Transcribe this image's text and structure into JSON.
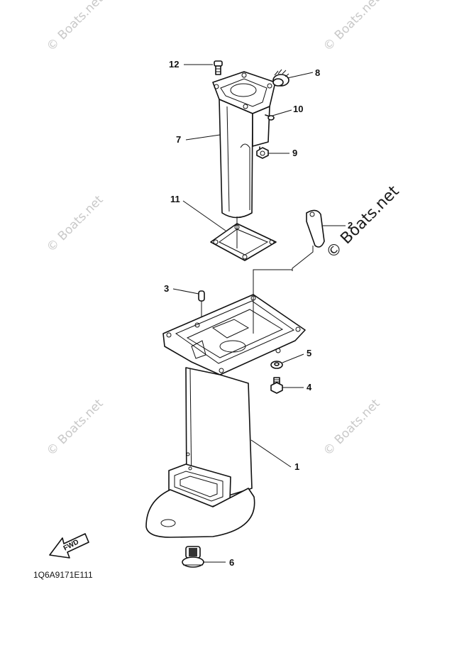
{
  "watermark": "© Boats.net",
  "diagram_code": "1Q6A9171E111",
  "fwd_label": "FWD",
  "callouts": [
    {
      "id": "p1",
      "label": "1"
    },
    {
      "id": "p2",
      "label": "2"
    },
    {
      "id": "p3",
      "label": "3"
    },
    {
      "id": "p4",
      "label": "4"
    },
    {
      "id": "p5",
      "label": "5"
    },
    {
      "id": "p6",
      "label": "6"
    },
    {
      "id": "p7",
      "label": "7"
    },
    {
      "id": "p8",
      "label": "8"
    },
    {
      "id": "p9",
      "label": "9"
    },
    {
      "id": "p10",
      "label": "10"
    },
    {
      "id": "p11",
      "label": "11"
    },
    {
      "id": "p12",
      "label": "12"
    }
  ]
}
